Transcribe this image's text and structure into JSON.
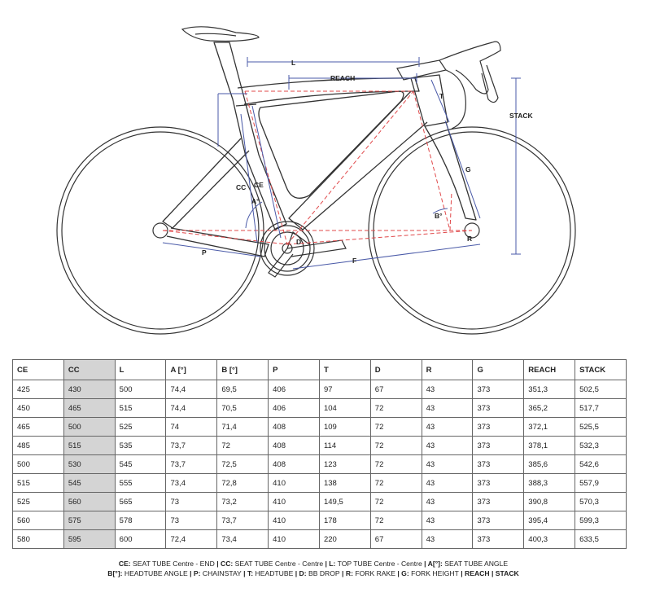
{
  "diagram": {
    "labels": {
      "L": "L",
      "REACH": "REACH",
      "STACK": "STACK",
      "T": "T",
      "G": "G",
      "CC": "CC",
      "CE": "CE",
      "A": "A°",
      "B": "B°",
      "R": "R",
      "D": "D",
      "P": "P",
      "F": "F"
    },
    "colors": {
      "frame": "#333333",
      "dimension": "#4a5aa8",
      "construction": "#e0484a"
    }
  },
  "table": {
    "headers": [
      "CE",
      "CC",
      "L",
      "A [°]",
      "B [°]",
      "P",
      "T",
      "D",
      "R",
      "G",
      "REACH",
      "STACK"
    ],
    "rows": [
      [
        "425",
        "430",
        "500",
        "74,4",
        "69,5",
        "406",
        "97",
        "67",
        "43",
        "373",
        "351,3",
        "502,5"
      ],
      [
        "450",
        "465",
        "515",
        "74,4",
        "70,5",
        "406",
        "104",
        "72",
        "43",
        "373",
        "365,2",
        "517,7"
      ],
      [
        "465",
        "500",
        "525",
        "74",
        "71,4",
        "408",
        "109",
        "72",
        "43",
        "373",
        "372,1",
        "525,5"
      ],
      [
        "485",
        "515",
        "535",
        "73,7",
        "72",
        "408",
        "114",
        "72",
        "43",
        "373",
        "378,1",
        "532,3"
      ],
      [
        "500",
        "530",
        "545",
        "73,7",
        "72,5",
        "408",
        "123",
        "72",
        "43",
        "373",
        "385,6",
        "542,6"
      ],
      [
        "515",
        "545",
        "555",
        "73,4",
        "72,8",
        "410",
        "138",
        "72",
        "43",
        "373",
        "388,3",
        "557,9"
      ],
      [
        "525",
        "560",
        "565",
        "73",
        "73,2",
        "410",
        "149,5",
        "72",
        "43",
        "373",
        "390,8",
        "570,3"
      ],
      [
        "560",
        "575",
        "578",
        "73",
        "73,7",
        "410",
        "178",
        "72",
        "43",
        "373",
        "395,4",
        "599,3"
      ],
      [
        "580",
        "595",
        "600",
        "72,4",
        "73,4",
        "410",
        "220",
        "67",
        "43",
        "373",
        "400,3",
        "633,5"
      ]
    ]
  },
  "legend": {
    "line1": [
      {
        "key": "CE:",
        "text": " SEAT TUBE Centre - END"
      },
      {
        "key": "CC:",
        "text": " SEAT TUBE Centre - Centre"
      },
      {
        "key": "L:",
        "text": " TOP TUBE Centre - Centre"
      },
      {
        "key": "A[°]:",
        "text": " SEAT TUBE ANGLE"
      }
    ],
    "line2": [
      {
        "key": "B[°]:",
        "text": " HEADTUBE ANGLE"
      },
      {
        "key": "P:",
        "text": " CHAINSTAY"
      },
      {
        "key": "T:",
        "text": " HEADTUBE"
      },
      {
        "key": "D:",
        "text": " BB DROP"
      },
      {
        "key": "R:",
        "text": " FORK RAKE "
      },
      {
        "key": "G:",
        "text": " FORK HEIGHT"
      },
      {
        "key": "REACH",
        "text": ""
      },
      {
        "key": "STACK",
        "text": ""
      }
    ]
  }
}
